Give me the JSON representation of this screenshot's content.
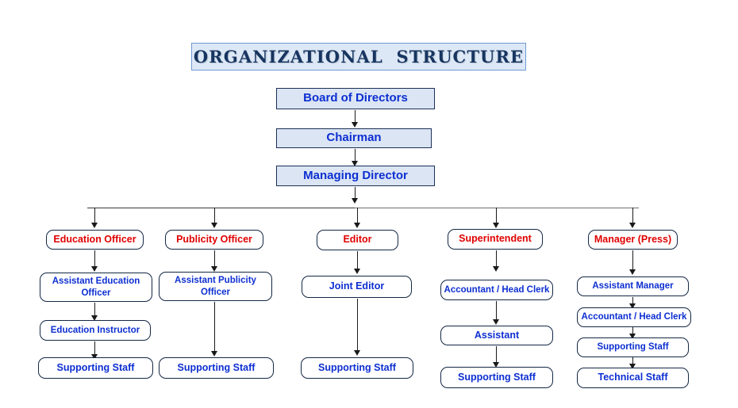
{
  "diagram": {
    "title": "ORGANIZATIONAL  STRUCTURE",
    "colors": {
      "title_text": "#17355f",
      "title_fill": "#dde8f6",
      "title_border": "#6f9ad3",
      "top_fill": "#dbe5f4",
      "box_border": "#132744",
      "head_text": "#e00000",
      "staff_text": "#0d2fd1",
      "connector": "#1a1a1a",
      "bus": "#6e6e6e"
    },
    "top_chain": [
      {
        "label": "Board of Directors"
      },
      {
        "label": "Chairman"
      },
      {
        "label": "Managing Director"
      }
    ],
    "branches": [
      {
        "head": "Education Officer",
        "children": [
          "Assistant Education\nOfficer",
          "Education Instructor",
          "Supporting Staff"
        ]
      },
      {
        "head": "Publicity Officer",
        "children": [
          "Assistant Publicity\nOfficer",
          "Supporting Staff"
        ]
      },
      {
        "head": "Editor",
        "children": [
          "Joint Editor",
          "Supporting Staff"
        ]
      },
      {
        "head": "Superintendent",
        "children": [
          "Accountant / Head Clerk",
          "Assistant",
          "Supporting Staff"
        ]
      },
      {
        "head": "Manager (Press)",
        "children": [
          "Assistant Manager",
          "Accountant / Head Clerk",
          "Supporting Staff",
          "Technical Staff"
        ]
      }
    ]
  }
}
